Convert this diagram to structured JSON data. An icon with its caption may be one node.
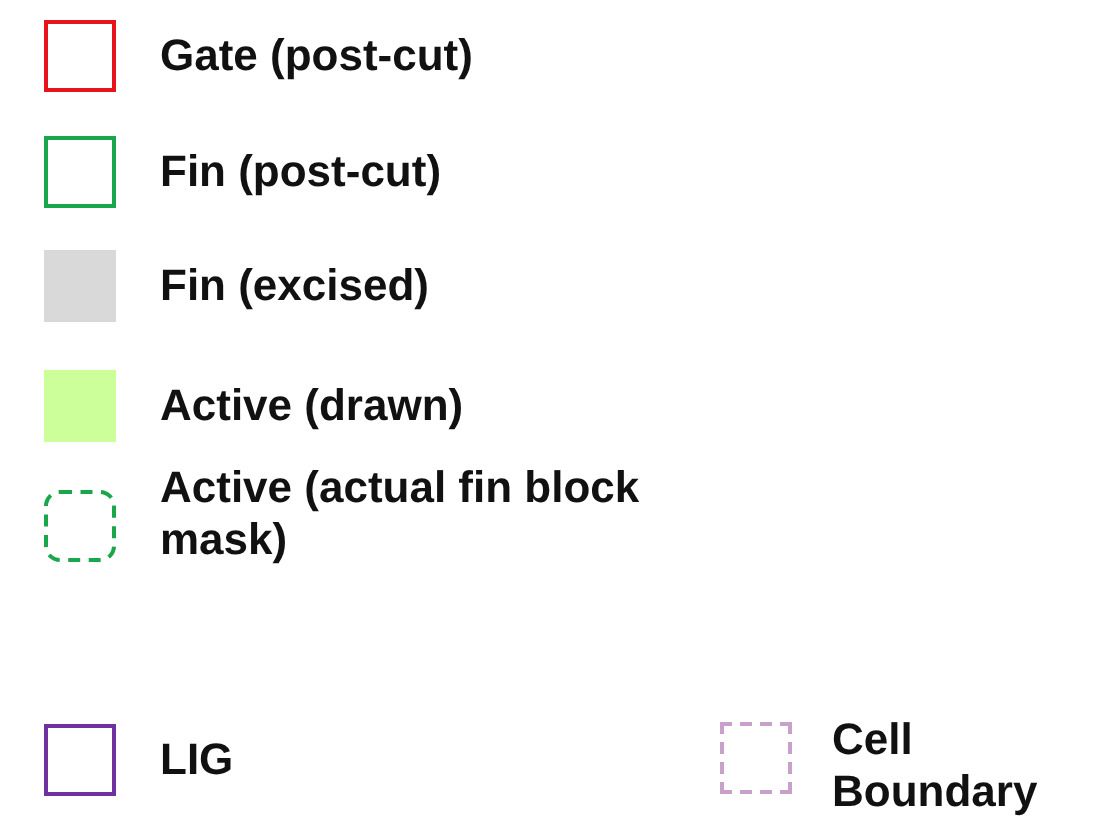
{
  "diagram": {
    "legend": [
      {
        "text": "Gate (post-cut)"
      },
      {
        "text": "Fin (post-cut)"
      },
      {
        "text": "Fin (excised)",
        "color": "#d9d9d9"
      },
      {
        "text": "Active (drawn)",
        "color": "#ccff99"
      },
      {
        "text": "Active (actual fin block mask)"
      },
      {
        "text": "LIG"
      },
      {
        "text": "Cell Boundary"
      }
    ]
  }
}
